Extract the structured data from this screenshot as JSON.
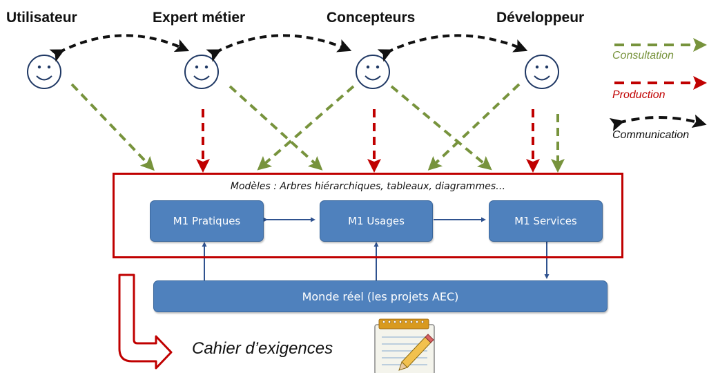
{
  "actors": [
    {
      "name": "Utilisateur"
    },
    {
      "name": "Expert métier"
    },
    {
      "name": "Concepteurs"
    },
    {
      "name": "Développeur"
    }
  ],
  "legend": {
    "consultation": "Consultation",
    "production": "Production",
    "communication": "Communication"
  },
  "models": {
    "caption": "Modèles : Arbres hiérarchiques, tableaux, diagrammes…",
    "pratiques": "M1 Pratiques",
    "usages": "M1 Usages",
    "services": "M1 Services"
  },
  "real_world": "Monde réel (les projets AEC)",
  "output": "Cahier d’exigences",
  "colors": {
    "consultation": "#77933c",
    "production": "#c00000",
    "communication": "#000000",
    "box": "#4f81bd",
    "connector": "#2f528f",
    "face": "#1f3864"
  }
}
